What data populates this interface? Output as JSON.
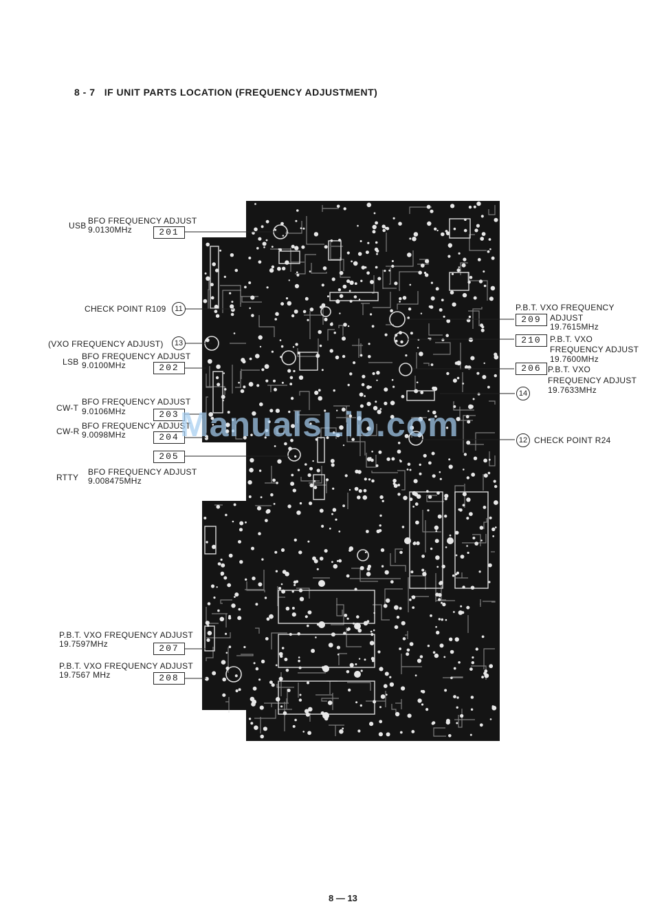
{
  "header": {
    "section": "8 - 7",
    "title": "IF UNIT PARTS LOCATION (FREQUENCY ADJUSTMENT)"
  },
  "watermark": "ManualsLib.com",
  "footer": {
    "page": "8 — 13"
  },
  "left_labels": {
    "usb": {
      "mode": "USB",
      "line1": "BFO FREQUENCY ADJUST",
      "line2": "9.0130MHz",
      "box": "201"
    },
    "check11": {
      "text": "CHECK POINT R109",
      "num": "11"
    },
    "vxo13": {
      "text": "(VXO FREQUENCY ADJUST)",
      "num": "13"
    },
    "lsb": {
      "mode": "LSB",
      "line1": "BFO FREQUENCY ADJUST",
      "line2": "9.0100MHz",
      "box": "202"
    },
    "cwt": {
      "mode": "CW-T",
      "line1": "BFO FREQUENCY ADJUST",
      "line2": "9.0106MHz",
      "box": "203"
    },
    "cwr": {
      "mode": "CW-R",
      "line1": "BFO FREQUENCY ADJUST",
      "line2": "9.0098MHz",
      "box": "204"
    },
    "box205": "205",
    "rtty": {
      "mode": "RTTY",
      "line1": "BFO FREQUENCY ADJUST",
      "line2": "9.008475MHz"
    },
    "pbt207": {
      "line1": "P.B.T. VXO FREQUENCY ADJUST",
      "line2": "19.7597MHz",
      "box": "207"
    },
    "pbt208": {
      "line1": "P.B.T. VXO FREQUENCY ADJUST",
      "line2": "19.7567 MHz",
      "box": "208"
    }
  },
  "right_labels": {
    "pbt209": {
      "line0": "P.B.T. VXO FREQUENCY",
      "line1": "ADJUST",
      "line2": "19.7615MHz",
      "box": "209"
    },
    "pbt210": {
      "line1": "P.B.T. VXO",
      "line2": "FREQUENCY ADJUST",
      "line3": "19.7600MHz",
      "box": "210"
    },
    "pbt206": {
      "line1": "P.B.T. VXO",
      "line2": "FREQUENCY ADJUST",
      "line3": "19.7633MHz",
      "box": "206"
    },
    "circle14": "14",
    "check12": {
      "text": "CHECK POINT R24",
      "num": "12"
    }
  },
  "colors": {
    "board": "#141414",
    "ink": "#1a1a1a",
    "pad": "#e8e8e8"
  }
}
